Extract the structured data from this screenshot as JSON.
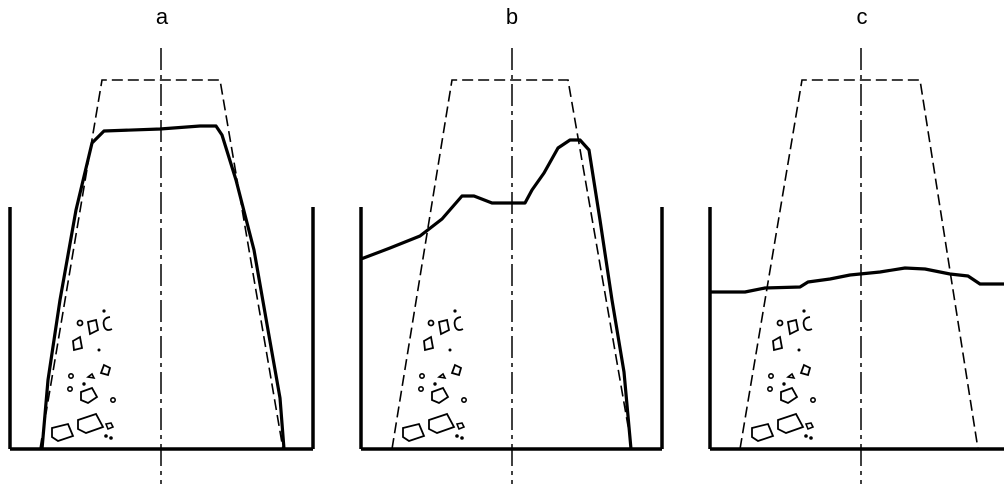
{
  "figure": {
    "panels": [
      {
        "label": "a"
      },
      {
        "label": "b"
      },
      {
        "label": "c"
      }
    ],
    "colors": {
      "line": "#000000",
      "background": "#ffffff"
    }
  }
}
